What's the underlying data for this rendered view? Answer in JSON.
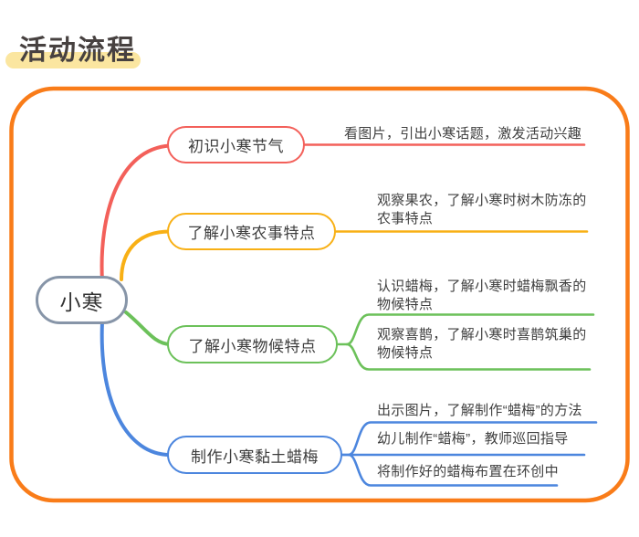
{
  "title": "活动流程",
  "root": {
    "label": "小寒"
  },
  "branches": [
    {
      "label": "初识小寒节气",
      "color": "#f3605a",
      "children": [
        {
          "lines": [
            "看图片，引出小寒话题，激发活动兴趣"
          ]
        }
      ]
    },
    {
      "label": "了解小寒农事特点",
      "color": "#f8b015",
      "children": [
        {
          "lines": [
            "观察果农，了解小寒时树木防冻的",
            "农事特点"
          ]
        }
      ]
    },
    {
      "label": "了解小寒物候特点",
      "color": "#6cc15a",
      "children": [
        {
          "lines": [
            "认识蜡梅，了解小寒时蜡梅飘香的",
            "物候特点"
          ]
        },
        {
          "lines": [
            "观察喜鹊，了解小寒时喜鹊筑巢的",
            "物候特点"
          ]
        }
      ]
    },
    {
      "label": "制作小寒黏土蜡梅",
      "color": "#4c86de",
      "children": [
        {
          "lines": [
            "出示图片，了解制作“蜡梅”的方法"
          ]
        },
        {
          "lines": [
            "幼儿制作“蜡梅”，教师巡回指导"
          ]
        },
        {
          "lines": [
            "将制作好的蜡梅布置在环创中"
          ]
        }
      ]
    }
  ],
  "palette": {
    "container_border": "#f97c19",
    "root_border": "#8795a8",
    "title_highlight": "#fbe6a0",
    "title_color": "#474140",
    "node_text": "#3d3d3d",
    "leaf_text": "#3f3f3f"
  }
}
